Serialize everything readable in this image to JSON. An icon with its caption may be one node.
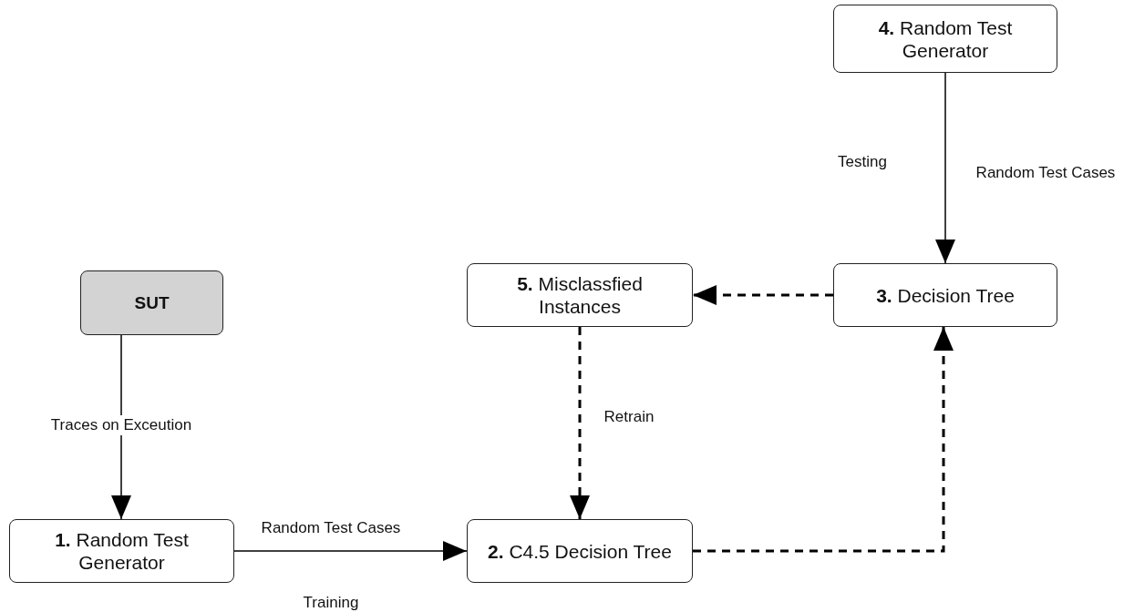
{
  "diagram": {
    "nodes": [
      {
        "text": [
          "SUT"
        ]
      },
      {
        "text": [
          "**1.** Random Test Generator"
        ]
      },
      {
        "text": [
          "**2.** C4.5 Decision Tree"
        ]
      },
      {
        "text": [
          "**3.** Decision Tree"
        ]
      },
      {
        "text": [
          "**4.** Random Test Generator"
        ]
      },
      {
        "text": [
          "**5.** Misclassfied Instances"
        ]
      }
    ],
    "edges": [
      {
        "from": 0,
        "to": 1,
        "arrow": "to",
        "label": "Traces on Exceution"
      },
      {
        "from": 1,
        "to": 2,
        "arrow": "to",
        "label": "Random Test Cases"
      },
      {
        "from": 4,
        "to": 3,
        "arrow": "to",
        "label": "Random Test Cases"
      },
      {
        "from": 3,
        "to": 5,
        "arrow": "to",
        "style": "dashed"
      },
      {
        "from": 5,
        "to": 2,
        "arrow": "to",
        "style": "dashed",
        "label": "Retrain"
      },
      {
        "from": 2,
        "to": 3,
        "arrow": "to",
        "style": "dashed"
      }
    ],
    "labels": [
      "Testing",
      "Training"
    ]
  }
}
